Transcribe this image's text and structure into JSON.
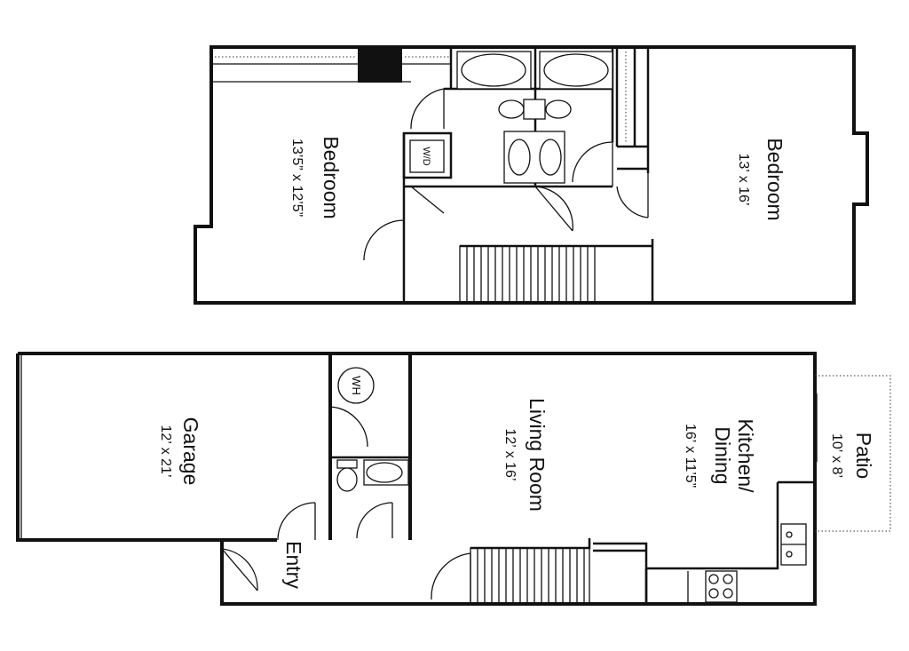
{
  "plan": {
    "upper_floor": {
      "bedroom_left": {
        "name": "Bedroom",
        "dims": "13’5” x 12’5”"
      },
      "bedroom_right": {
        "name": "Bedroom",
        "dims": "13’ x 16’"
      },
      "washer_dryer": "W/D"
    },
    "lower_floor": {
      "garage": {
        "name": "Garage",
        "dims": "12’ x 21’"
      },
      "water_heater": "WH",
      "living_room": {
        "name": "Living Room",
        "dims": "12’ x 16’"
      },
      "kitchen": {
        "name_line1": "Kitchen/",
        "name_line2": "Dining",
        "dims": "16’ x 11’5”"
      },
      "patio": {
        "name": "Patio",
        "dims": "10’ x 8’"
      },
      "entry": {
        "name": "Entry"
      }
    }
  }
}
